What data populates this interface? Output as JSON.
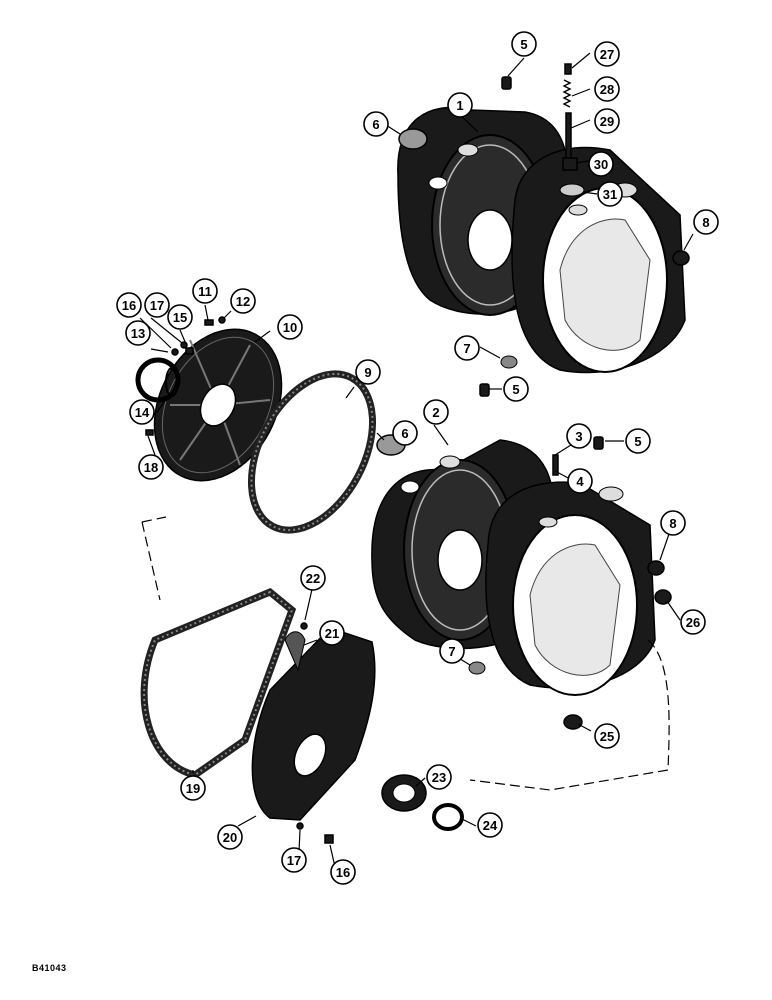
{
  "figure_ref": "B41043",
  "callouts": [
    {
      "label": "1"
    },
    {
      "label": "2"
    },
    {
      "label": "3"
    },
    {
      "label": "4"
    },
    {
      "label": "5"
    },
    {
      "label": "5"
    },
    {
      "label": "5"
    },
    {
      "label": "6"
    },
    {
      "label": "6"
    },
    {
      "label": "7"
    },
    {
      "label": "7"
    },
    {
      "label": "8"
    },
    {
      "label": "8"
    },
    {
      "label": "9"
    },
    {
      "label": "10"
    },
    {
      "label": "11"
    },
    {
      "label": "12"
    },
    {
      "label": "13"
    },
    {
      "label": "14"
    },
    {
      "label": "15"
    },
    {
      "label": "16"
    },
    {
      "label": "16"
    },
    {
      "label": "17"
    },
    {
      "label": "17"
    },
    {
      "label": "18"
    },
    {
      "label": "19"
    },
    {
      "label": "20"
    },
    {
      "label": "21"
    },
    {
      "label": "22"
    },
    {
      "label": "23"
    },
    {
      "label": "24"
    },
    {
      "label": "25"
    },
    {
      "label": "26"
    },
    {
      "label": "27"
    },
    {
      "label": "28"
    },
    {
      "label": "29"
    },
    {
      "label": "30"
    },
    {
      "label": "31"
    }
  ]
}
